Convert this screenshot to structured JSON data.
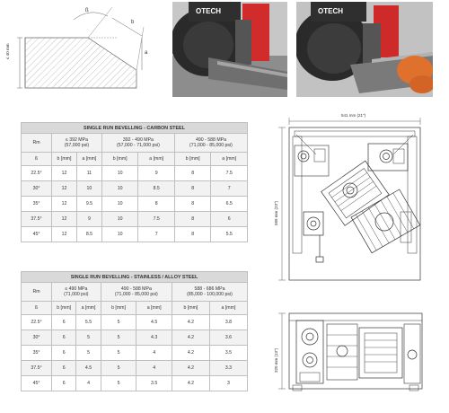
{
  "bevel_diagram": {
    "thickness_label": "≤ 40 mm",
    "angle_label": "ß",
    "width_label": "b",
    "depth_label": "a"
  },
  "photo1": {
    "brand": "OTECH"
  },
  "photo2": {
    "brand": "OTECH"
  },
  "carbon_table": {
    "title": "SINGLE RUN BEVELLING - CARBON STEEL",
    "rm_label": "Rm",
    "groups": [
      {
        "line1": "≤ 392 MPa",
        "line2": "(57,000 psi)"
      },
      {
        "line1": "392 - 490 MPa",
        "line2": "(57,000 - 71,000 psi)"
      },
      {
        "line1": "490 - 588 MPa",
        "line2": "(71,000 - 85,000 psi)"
      }
    ],
    "angle_label": "ß",
    "col_b": "b [mm]",
    "col_a": "a [mm]",
    "rows": [
      {
        "angle": "22.5°",
        "v": [
          "12",
          "11",
          "10",
          "9",
          "8",
          "7.5"
        ]
      },
      {
        "angle": "30°",
        "v": [
          "12",
          "10",
          "10",
          "8.5",
          "8",
          "7"
        ]
      },
      {
        "angle": "35°",
        "v": [
          "12",
          "9.5",
          "10",
          "8",
          "8",
          "6.5"
        ]
      },
      {
        "angle": "37.5°",
        "v": [
          "12",
          "9",
          "10",
          "7.5",
          "8",
          "6"
        ]
      },
      {
        "angle": "45°",
        "v": [
          "12",
          "8.5",
          "10",
          "7",
          "8",
          "5.5"
        ]
      }
    ]
  },
  "stainless_table": {
    "title": "SINGLE RUN BEVELLING - STAINLESS / ALLOY STEEL",
    "rm_label": "Rm",
    "groups": [
      {
        "line1": "≤ 490 MPa",
        "line2": "(71,000 psi)"
      },
      {
        "line1": "490 - 588 MPa",
        "line2": "(71,000 - 85,000 psi)"
      },
      {
        "line1": "588 - 686 MPa",
        "line2": "(85,000 - 100,000 psi)"
      }
    ],
    "angle_label": "ß",
    "col_b": "b [mm]",
    "col_a": "a [mm]",
    "rows": [
      {
        "angle": "22.5°",
        "v": [
          "6",
          "5.5",
          "5",
          "4.5",
          "4.2",
          "3.8"
        ]
      },
      {
        "angle": "30°",
        "v": [
          "6",
          "5",
          "5",
          "4.3",
          "4.2",
          "3.6"
        ]
      },
      {
        "angle": "35°",
        "v": [
          "6",
          "5",
          "5",
          "4",
          "4.2",
          "3.5"
        ]
      },
      {
        "angle": "37.5°",
        "v": [
          "6",
          "4.5",
          "5",
          "4",
          "4.2",
          "3.3"
        ]
      },
      {
        "angle": "45°",
        "v": [
          "6",
          "4",
          "5",
          "3.5",
          "4.2",
          "3"
        ]
      }
    ]
  },
  "drawing": {
    "width_dim": "541 mm (21\")",
    "height_dim": "589 mm (23\")",
    "side_dim": "320 mm (13\")"
  }
}
